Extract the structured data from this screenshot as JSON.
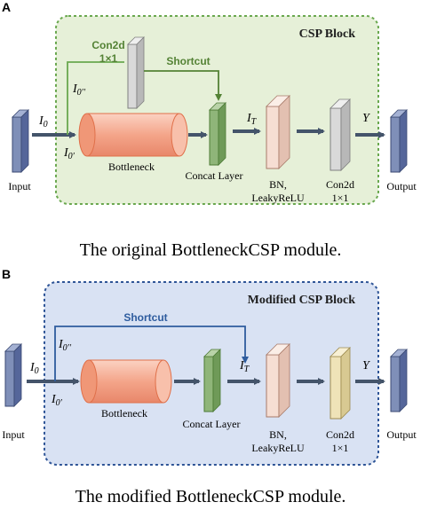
{
  "colors": {
    "panel_a_fill": "#e6f0d8",
    "panel_a_border": "#6aa84f",
    "panel_b_fill": "#d9e2f3",
    "panel_b_border": "#2f5597",
    "arrow": "#44546a",
    "shortcut_a": "#548235",
    "shortcut_b": "#2e5c9e",
    "input_output_fill": "#7f8fb8",
    "bottleneck_fill": "#f4a58a",
    "concat_fill": "#8fb579",
    "bn_fill": "#f6ded3",
    "conv_a_fill": "#d9d9d9",
    "conv_b_fill": "#efe3b8",
    "panel_letter": "#000000"
  },
  "panel_a": {
    "letter": "A",
    "block_title": "CSP Block",
    "conv_top_label_line1": "Con2d",
    "conv_top_label_line2": "1×1",
    "shortcut_label": "Shortcut",
    "var_i0": "I",
    "var_i0_sub": "0",
    "var_i0pp": "I",
    "var_i0pp_sub": "0′′",
    "var_i0p": "I",
    "var_i0p_sub": "0′",
    "var_it": "I",
    "var_it_sub": "T",
    "var_y": "Y",
    "input_label": "Input",
    "bottleneck_label": "Bottleneck",
    "concat_label": "Concat Layer",
    "bn_label_line1": "BN,",
    "bn_label_line2": "LeakyReLU",
    "conv_label_line1": "Con2d",
    "conv_label_line2": "1×1",
    "output_label": "Output",
    "caption": "The original BottleneckCSP module."
  },
  "panel_b": {
    "letter": "B",
    "block_title": "Modified  CSP Block",
    "shortcut_label": "Shortcut",
    "var_i0": "I",
    "var_i0_sub": "0",
    "var_i0pp": "I",
    "var_i0pp_sub": "0′′",
    "var_i0p": "I",
    "var_i0p_sub": "0′",
    "var_it": "I",
    "var_it_sub": "T",
    "var_y": "Y",
    "input_label": "Input",
    "bottleneck_label": "Bottleneck",
    "concat_label": "Concat Layer",
    "bn_label_line1": "BN,",
    "bn_label_line2": "LeakyReLU",
    "conv_label_line1": "Con2d",
    "conv_label_line2": "1×1",
    "output_label": "Output",
    "caption": "The modified BottleneckCSP module."
  }
}
